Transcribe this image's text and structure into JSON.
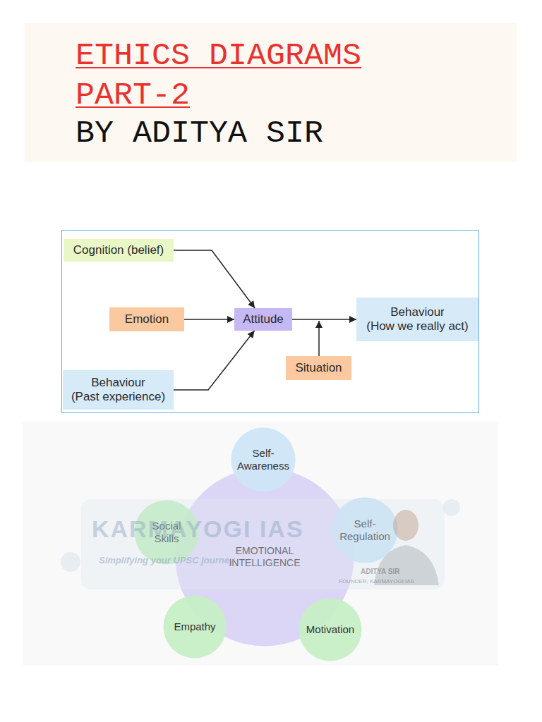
{
  "diagram": {
    "title": "ETHICS DIAGRAMS PART-2",
    "nodes": [
      {
        "text": [
          "Cognition (belief)"
        ]
      },
      {
        "text": [
          "Emotion"
        ]
      },
      {
        "text": [
          "Attitude"
        ]
      },
      {
        "text": [
          "Behaviour",
          "(How we really act)"
        ]
      },
      {
        "text": [
          "Situation"
        ]
      },
      {
        "text": [
          "Behaviour",
          "(Past experience)"
        ]
      },
      {
        "text": [
          "Self- Awareness"
        ]
      },
      {
        "text": [
          "Social Skills"
        ]
      },
      {
        "text": [
          "Self- Regulation"
        ]
      },
      {
        "text": [
          "EMOTIONAL INTELLIGENCE"
        ]
      },
      {
        "text": [
          "Empathy"
        ]
      },
      {
        "text": [
          "Motivation"
        ]
      }
    ],
    "edges": [
      {
        "from": 0,
        "to": 2,
        "arrow": "to"
      },
      {
        "from": 1,
        "to": 2,
        "arrow": "to"
      },
      {
        "from": 5,
        "to": 2,
        "arrow": "to"
      },
      {
        "from": 2,
        "to": 3,
        "arrow": "to"
      }
    ],
    "labels": [
      "BY ADITYA SIR",
      "KARMAYOGI IAS",
      "Simplifying your UPSC journey",
      "ADITYA SIR",
      "FOUNDER, KARMAYOGI IAS"
    ]
  }
}
